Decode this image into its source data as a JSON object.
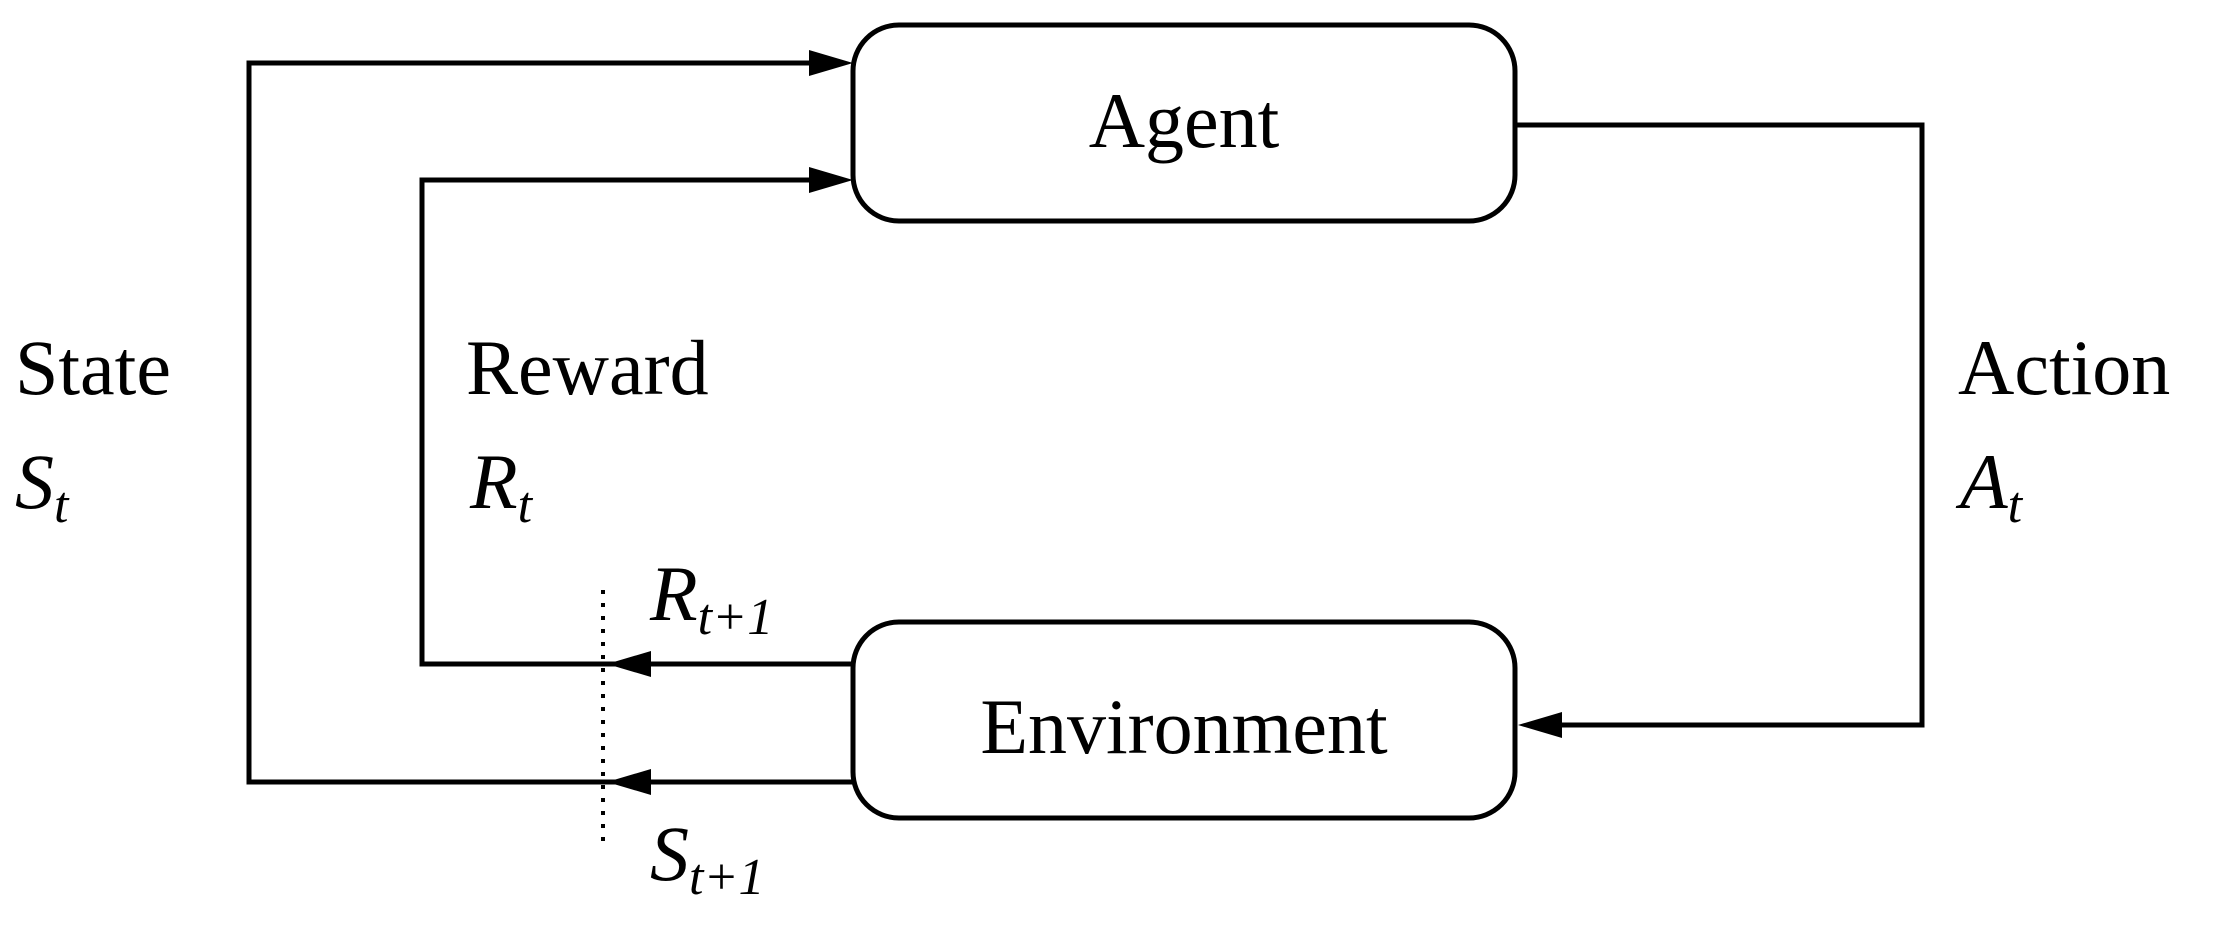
{
  "nodes": {
    "agent": {
      "label": "Agent"
    },
    "environment": {
      "label": "Environment"
    }
  },
  "edges": {
    "state": {
      "label": "State",
      "symbol": "S",
      "subscript": "t"
    },
    "reward": {
      "label": "Reward",
      "symbol": "R",
      "subscript": "t"
    },
    "action": {
      "label": "Action",
      "symbol": "A",
      "subscript": "t"
    },
    "next_reward": {
      "symbol": "R",
      "subscript": "t+1"
    },
    "next_state": {
      "symbol": "S",
      "subscript": "t+1"
    }
  },
  "colors": {
    "stroke": "#000000",
    "background": "#ffffff"
  }
}
